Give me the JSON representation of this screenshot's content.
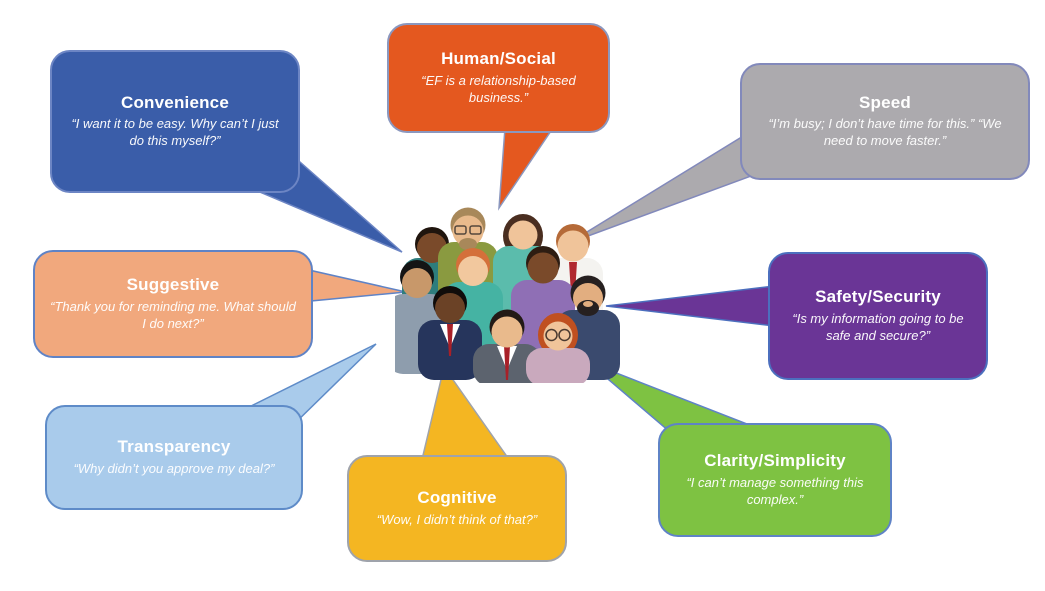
{
  "background": "#FFFFFF",
  "center_illustration": {
    "icon": "diverse-people-crowd",
    "description": "Flat illustration of a diverse group of eleven people"
  },
  "bubbles": [
    {
      "id": "convenience",
      "label": "Convenience",
      "quote": "“I want it to be easy. Why can’t I just do this myself?”",
      "fill": "#3A5DA9",
      "border": "#6C85C4",
      "text_color": "#FFFFFF"
    },
    {
      "id": "human-social",
      "label": "Human/Social",
      "quote": "“EF is a relationship-based business.”",
      "fill": "#E4581F",
      "border": "#8B97BE",
      "text_color": "#FFFFFF"
    },
    {
      "id": "speed",
      "label": "Speed",
      "quote": "“I’m busy; I don’t have time for this.” “We need to move faster.”",
      "fill": "#ACAAAE",
      "border": "#8289BB",
      "text_color": "#FFFFFF"
    },
    {
      "id": "suggestive",
      "label": "Suggestive",
      "quote": "“Thank you for reminding me. What should I do next?”",
      "fill": "#F1A87D",
      "border": "#5F83C6",
      "text_color": "#FFFFFF"
    },
    {
      "id": "safety-security",
      "label": "Safety/Security",
      "quote": "“Is my information going to be safe and secure?”",
      "fill": "#6A3596",
      "border": "#4C6FBE",
      "text_color": "#FFFFFF"
    },
    {
      "id": "transparency",
      "label": "Transparency",
      "quote": "“Why didn’t you approve my deal?”",
      "fill": "#A9CBEB",
      "border": "#5E8BC8",
      "text_color": "#FFFFFF"
    },
    {
      "id": "cognitive",
      "label": "Cognitive",
      "quote": "“Wow, I didn’t think of that?”",
      "fill": "#F4B622",
      "border": "#9FA3AB",
      "text_color": "#FFFFFF"
    },
    {
      "id": "clarity-simplicity",
      "label": "Clarity/Simplicity",
      "quote": "“I can’t manage something this complex.”",
      "fill": "#7EC242",
      "border": "#5F83C6",
      "text_color": "#FFFFFF"
    }
  ]
}
